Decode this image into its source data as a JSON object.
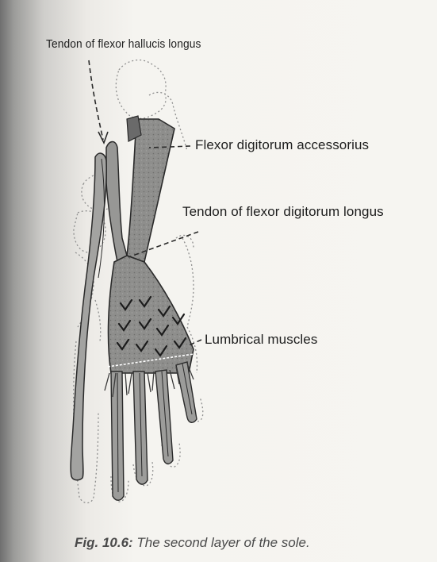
{
  "labels": {
    "flexor_hallucis_longus": "Tendon of flexor hallucis longus",
    "flexor_digitorum_accessorius": "Flexor digitorum accessorius",
    "flexor_digitorum_longus": "Tendon of flexor digitorum longus",
    "lumbrical_muscles": "Lumbrical muscles"
  },
  "caption": {
    "figure": "Fig. 10.6:",
    "text": " The second layer of the sole."
  },
  "colors": {
    "muscle_fill": "#8a8a8a",
    "muscle_dark": "#5c5c5c",
    "outline": "#2a2a2a",
    "bone_dots": "#9a9a9a"
  }
}
